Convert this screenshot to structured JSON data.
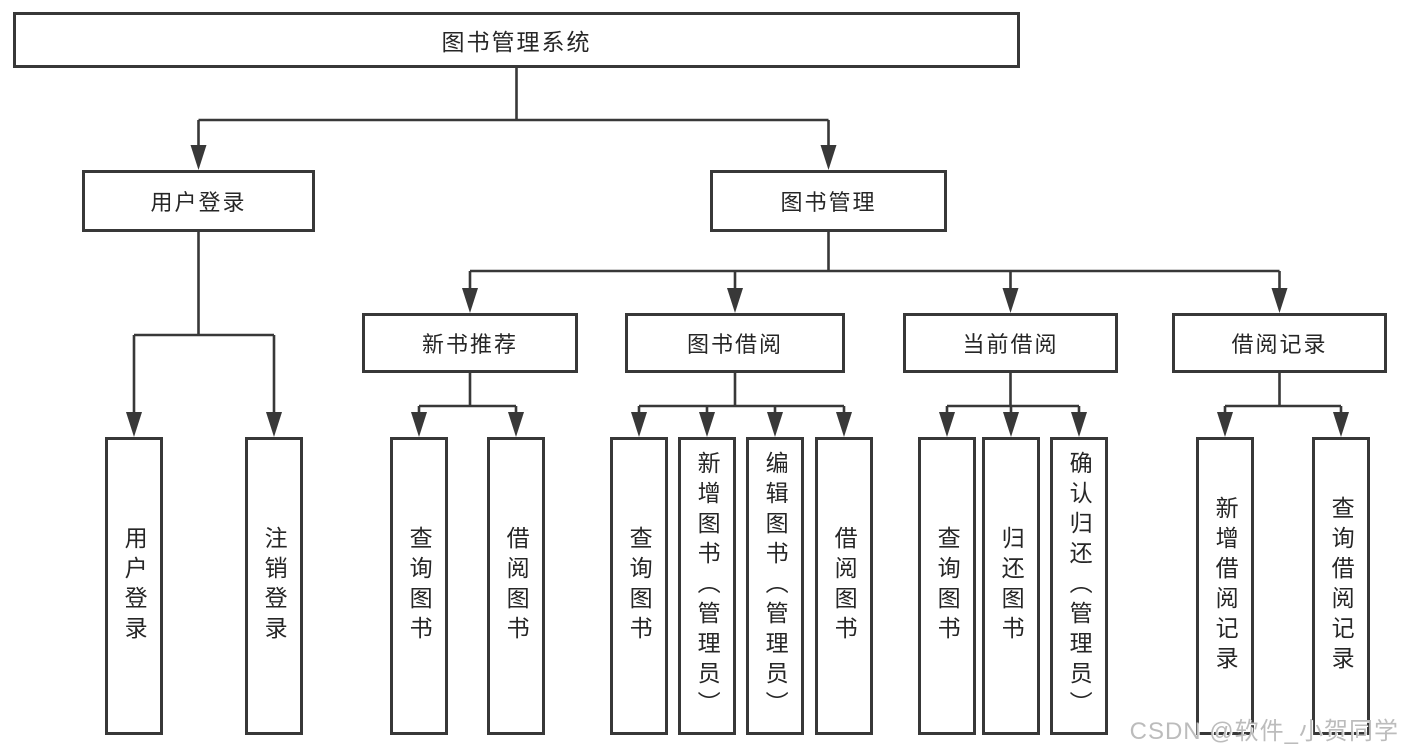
{
  "colors": {
    "line": "#383838",
    "text": "#262626",
    "background": "#ffffff",
    "watermark": "#bcbcbc"
  },
  "nodes": {
    "root": {
      "label": "图书管理系统"
    },
    "level2": [
      {
        "id": "user-login",
        "label": "用户登录"
      },
      {
        "id": "book-management",
        "label": "图书管理"
      }
    ],
    "level3": [
      {
        "id": "new-book-recommend",
        "label": "新书推荐",
        "parent": "book-management"
      },
      {
        "id": "book-borrow",
        "label": "图书借阅",
        "parent": "book-management"
      },
      {
        "id": "current-borrow",
        "label": "当前借阅",
        "parent": "book-management"
      },
      {
        "id": "borrow-records",
        "label": "借阅记录",
        "parent": "book-management"
      }
    ],
    "leaves": [
      {
        "label": "用户登录",
        "parent": "user-login"
      },
      {
        "label": "注销登录",
        "parent": "user-login"
      },
      {
        "label": "查询图书",
        "parent": "new-book-recommend"
      },
      {
        "label": "借阅图书",
        "parent": "new-book-recommend"
      },
      {
        "label": "查询图书",
        "parent": "book-borrow"
      },
      {
        "label": "新增图书（管理员）",
        "parent": "book-borrow"
      },
      {
        "label": "编辑图书（管理员）",
        "parent": "book-borrow"
      },
      {
        "label": "借阅图书",
        "parent": "book-borrow"
      },
      {
        "label": "查询图书",
        "parent": "current-borrow"
      },
      {
        "label": "归还图书",
        "parent": "current-borrow"
      },
      {
        "label": "确认归还（管理员）",
        "parent": "current-borrow"
      },
      {
        "label": "新增借阅记录",
        "parent": "borrow-records"
      },
      {
        "label": "查询借阅记录",
        "parent": "borrow-records"
      }
    ]
  },
  "watermark": {
    "text": "CSDN @软件_小贺同学"
  }
}
